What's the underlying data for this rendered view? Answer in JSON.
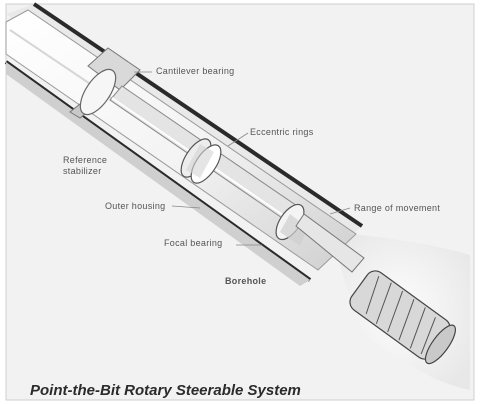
{
  "labels": {
    "cantilever_bearing": "Cantilever bearing",
    "eccentric_rings": "Eccentric rings",
    "reference_stabilizer_line1": "Reference",
    "reference_stabilizer_line2": "stabilizer",
    "outer_housing": "Outer housing",
    "range_of_movement": "Range of movement",
    "focal_bearing": "Focal bearing",
    "borehole": "Borehole"
  },
  "caption": "Point-the-Bit Rotary Steerable System",
  "colors": {
    "background": "#f2f2f2",
    "frame": "#cfcfcf",
    "borehole_wall": "#2a2a2a",
    "pipe": "#fbfbfb",
    "shadow": "#bdbdbd",
    "text": "#555555",
    "caption": "#2b2b2b"
  }
}
